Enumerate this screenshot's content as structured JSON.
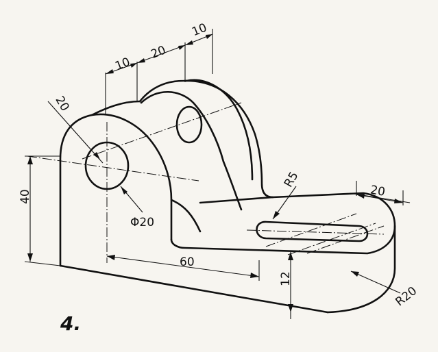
{
  "figure": {
    "number": "4.",
    "dimensions": {
      "top_left": "10",
      "top_middle": "20",
      "top_right": "10",
      "hole_offset": "20",
      "height": "40",
      "hole_diameter": "Φ20",
      "base_length": "60",
      "base_thickness": "12",
      "slot_radius": "R5",
      "slot_width": "20",
      "end_radius": "R20"
    }
  }
}
